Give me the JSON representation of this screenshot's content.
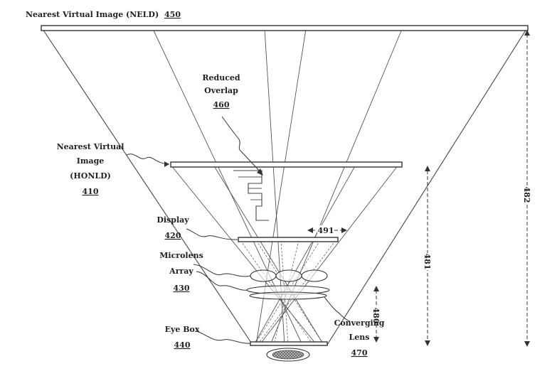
{
  "labels": {
    "neld": {
      "text": "Nearest Virtual Image (NELD)",
      "ref": "450"
    },
    "reduced_overlap": {
      "line1": "Reduced",
      "line2": "Overlap",
      "ref": "460"
    },
    "honeld": {
      "line1": "Nearest Virtual",
      "line2": "Image",
      "line3": "(HONLD)",
      "ref": "410"
    },
    "display": {
      "text": "Display",
      "ref": "420"
    },
    "microlens": {
      "line1": "Microlens",
      "line2": "Array",
      "ref": "430"
    },
    "eyebox": {
      "text": "Eye Box",
      "ref": "440"
    },
    "converging": {
      "line1": "Converging",
      "line2": "Lens",
      "ref": "470"
    },
    "dim_491": "491",
    "dim_480": "480",
    "dim_481": "481",
    "dim_482": "482"
  },
  "colors": {
    "ink": "#222222",
    "line": "#555555",
    "pupil": "#888888"
  }
}
